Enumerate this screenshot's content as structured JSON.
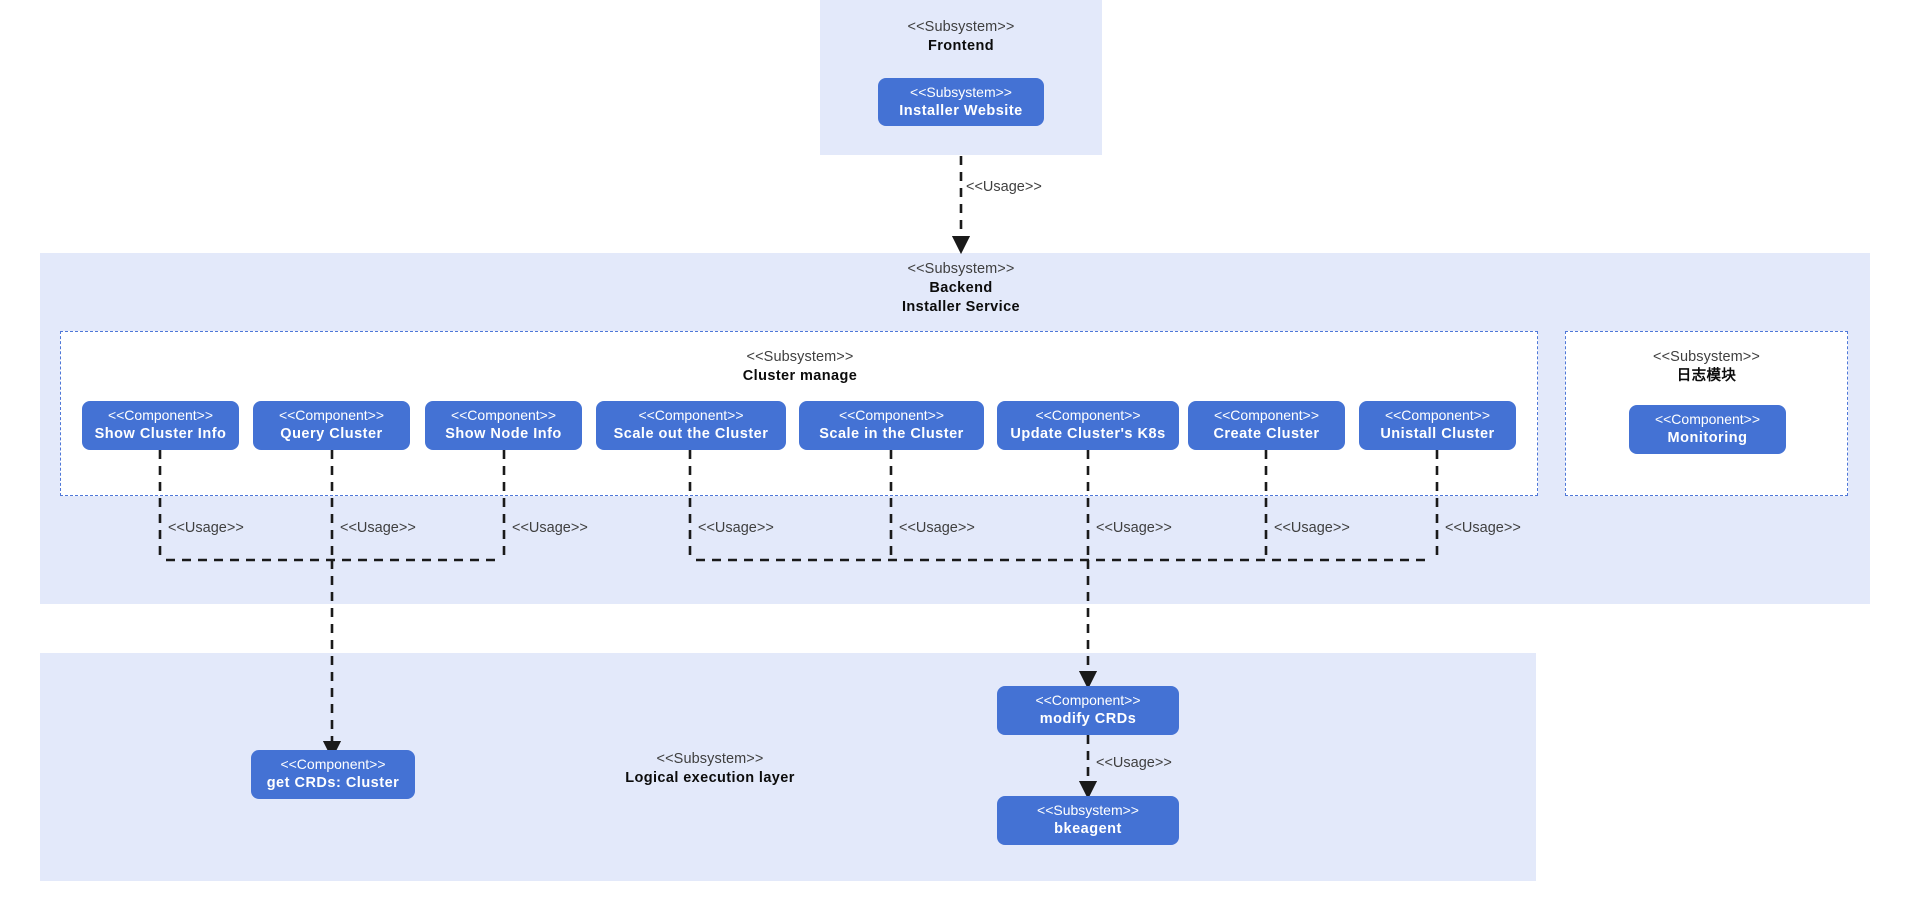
{
  "diagram": {
    "type": "uml-component-diagram",
    "stereotypes": {
      "subsystem": "<<Subsystem>>",
      "component": "<<Component>>",
      "usage": "<<Usage>>"
    },
    "colors": {
      "panel_fill": "#e3e9fa",
      "node_fill": "#4472d4",
      "node_text": "#ffffff",
      "group_border": "#4f78d8",
      "connector": "#1a1a1a",
      "label_text": "#3f3f3f",
      "title_text": "#0c0c0c"
    }
  },
  "frontend": {
    "stereotype": "<<Subsystem>>",
    "title": "Frontend",
    "node": {
      "stereotype": "<<Subsystem>>",
      "title": "Installer  Website"
    }
  },
  "backend": {
    "stereotype": "<<Subsystem>>",
    "title_line1": "Backend",
    "title_line2": "Installer  Service",
    "cluster_manage": {
      "stereotype": "<<Subsystem>>",
      "title": "Cluster  manage",
      "components": [
        {
          "stereotype": "<<Component>>",
          "title": "Show  Cluster  Info"
        },
        {
          "stereotype": "<<Component>>",
          "title": "Query  Cluster"
        },
        {
          "stereotype": "<<Component>>",
          "title": "Show  Node  Info"
        },
        {
          "stereotype": "<<Component>>",
          "title": "Scale  out  the  Cluster"
        },
        {
          "stereotype": "<<Component>>",
          "title": "Scale  in  the  Cluster"
        },
        {
          "stereotype": "<<Component>>",
          "title": "Update  Cluster's  K8s"
        },
        {
          "stereotype": "<<Component>>",
          "title": "Create  Cluster"
        },
        {
          "stereotype": "<<Component>>",
          "title": "Unistall  Cluster"
        }
      ]
    },
    "log_module": {
      "stereotype": "<<Subsystem>>",
      "title": "日志模块",
      "node": {
        "stereotype": "<<Component>>",
        "title": "Monitoring"
      }
    }
  },
  "logical_layer": {
    "stereotype": "<<Subsystem>>",
    "title": "Logical  execution  layer",
    "nodes": [
      {
        "stereotype": "<<Component>>",
        "title": "get CRDs: Cluster"
      },
      {
        "stereotype": "<<Component>>",
        "title": "modify  CRDs"
      },
      {
        "stereotype": "<<Subsystem>>",
        "title": "bkeagent"
      }
    ]
  },
  "connectors": {
    "frontend_to_backend": "<<Usage>>",
    "usage_labels": [
      "<<Usage>>",
      "<<Usage>>",
      "<<Usage>>",
      "<<Usage>>",
      "<<Usage>>",
      "<<Usage>>",
      "<<Usage>>",
      "<<Usage>>"
    ],
    "modify_to_bkeagent": "<<Usage>>"
  }
}
